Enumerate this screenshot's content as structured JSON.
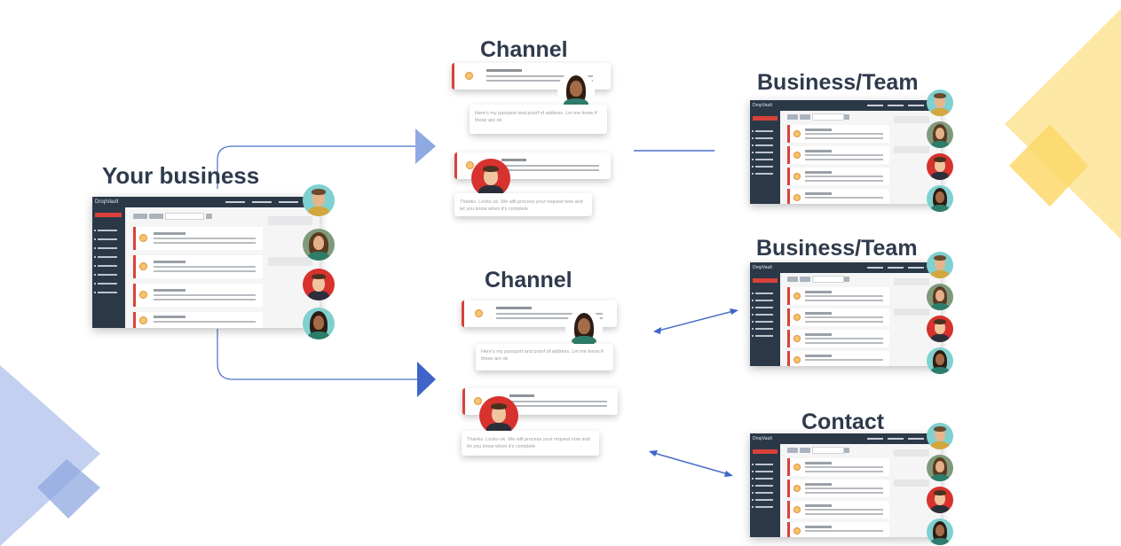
{
  "diagram": {
    "your_business": "Your business",
    "channel_top": "Channel",
    "channel_bottom": "Channel",
    "business_team_top": "Business/Team",
    "business_team_middle": "Business/Team",
    "contact": "Contact"
  },
  "app_window": {
    "brand": "DropVault"
  },
  "channel_messages": {
    "request": "Here's my passport and proof of address. Let me know if these are ok",
    "reply": "Thanks. Looks ok. We will process your request now and let you know when it's complete"
  },
  "colors": {
    "heading": "#2f3a4c",
    "arrow_blue": "#4a6fc7",
    "sidebar_navy": "#2b3848",
    "accent_red": "#d9413a",
    "deco_blue": "#b7c6ec",
    "deco_yellow": "#fde6a1"
  }
}
